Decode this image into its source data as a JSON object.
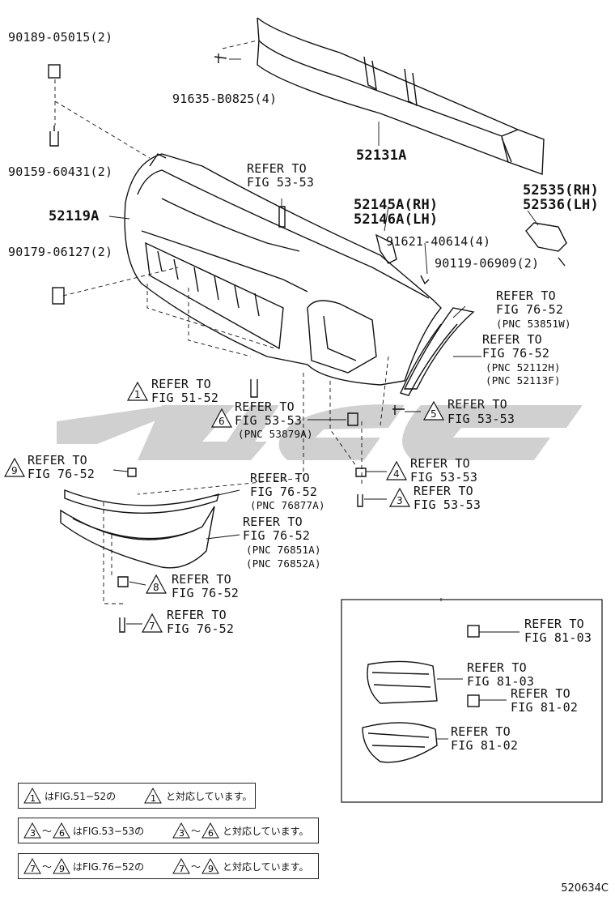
{
  "labels": {
    "p90189": "90189-05015(2)",
    "p91635": "91635-B0825(4)",
    "p52131": "52131A",
    "p90159": "90159-60431(2)",
    "ref53_top_1": "REFER TO",
    "ref53_top_2": "FIG 53-53",
    "p52119": "52119A",
    "p52145": "52145A(RH)",
    "p52146": "52146A(LH)",
    "p52535": "52535(RH)",
    "p52536": "52536(LH)",
    "p90179": "90179-06127(2)",
    "p91621": "91621-40614(4)",
    "p90119": "90119-06909(2)",
    "ref7652a_1": "REFER TO",
    "ref7652a_2": "FIG 76-52",
    "ref7652a_3": "(PNC 53851W)",
    "ref7652b_1": "REFER TO",
    "ref7652b_2": "FIG 76-52",
    "ref7652b_3": "(PNC 52112H)",
    "ref7652b_4": "(PNC 52113F)",
    "ref1_1": "REFER TO",
    "ref1_2": "FIG 51-52",
    "ref6_1": "REFER TO",
    "ref6_2": "FIG 53-53",
    "ref6_3": "(PNC 53879A)",
    "ref5_1": "REFER TO",
    "ref5_2": "FIG 53-53",
    "ref9_1": "REFER TO",
    "ref9_2": "FIG 76-52",
    "ref4_1": "REFER TO",
    "ref4_2": "FIG 53-53",
    "ref3_1": "REFER TO",
    "ref3_2": "FIG 53-53",
    "refc_1": "REFER TO",
    "refc_2": "FIG 76-52",
    "refc_3": "(PNC 76877A)",
    "refd_1": "REFER TO",
    "refd_2": "FIG 76-52",
    "refd_3": "(PNC 76851A)",
    "refd_4": "(PNC 76852A)",
    "ref8_1": "REFER TO",
    "ref8_2": "FIG 76-52",
    "ref7_1": "REFER TO",
    "ref7_2": "FIG 76-52",
    "inset_a_1": "REFER TO",
    "inset_a_2": "FIG 81-03",
    "inset_b_1": "REFER TO",
    "inset_b_2": "FIG 81-03",
    "inset_c_1": "REFER TO",
    "inset_c_2": "FIG 81-02",
    "inset_d_1": "REFER TO",
    "inset_d_2": "FIG 81-02"
  },
  "callouts": {
    "c1": "1",
    "c3": "3",
    "c4": "4",
    "c5": "5",
    "c6": "6",
    "c7": "7",
    "c8": "8",
    "c9": "9"
  },
  "legend": [
    {
      "a": "1",
      "text": "はFIG.51−52の",
      "b": "1",
      "tail": "と対応しています。"
    },
    {
      "a": "3",
      "sep": "〜",
      "a2": "6",
      "text": "はFIG.53−53の",
      "b": "3",
      "sep2": "〜",
      "b2": "6",
      "tail": "と対応しています。"
    },
    {
      "a": "7",
      "sep": "〜",
      "a2": "9",
      "text": "はFIG.76−52の",
      "b": "7",
      "sep2": "〜",
      "b2": "9",
      "tail": "と対応しています。"
    }
  ],
  "catalog_code": "520634C",
  "colors": {
    "ink": "#111111",
    "watermark": "#c8c8c8"
  }
}
